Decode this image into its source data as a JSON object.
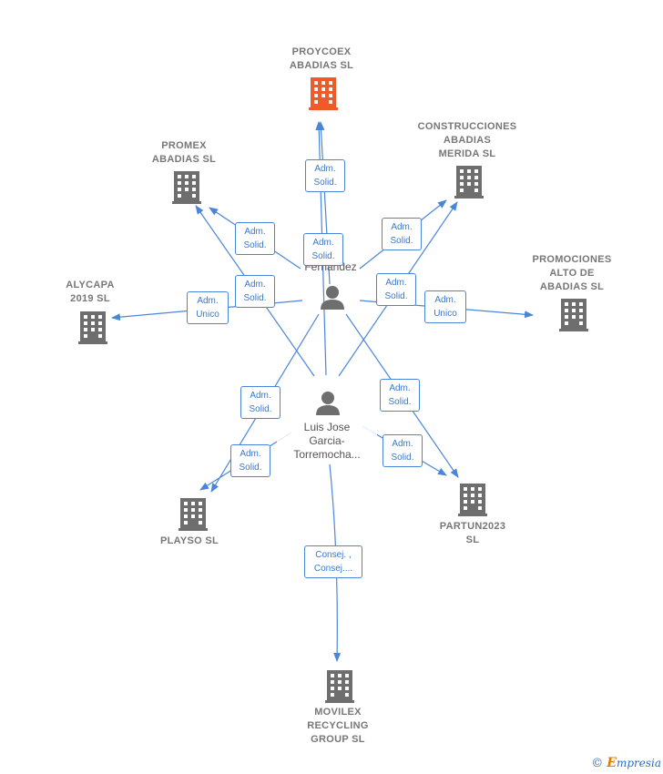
{
  "colors": {
    "edge": "#4a86d8",
    "building": "#6e6e6e",
    "building_highlight": "#f05a28",
    "text": "#777777"
  },
  "companies": {
    "proycoex": "PROYCOEX\nABADIAS SL",
    "construcciones": "CONSTRUCCIONES\nABADIAS\nMERIDA SL",
    "promex": "PROMEX\nABADIAS SL",
    "promociones": "PROMOCIONES\nALTO DE\nABADIAS SL",
    "alycapa": "ALYCAPA\n2019 SL",
    "playso": "PLAYSO SL",
    "partun": "PARTUN2023\nSL",
    "movilex": "MOVILEX\nRECYCLING\nGROUP SL"
  },
  "persons": {
    "p1_label": "...o\n...es\nFernandez",
    "p2_label": "Luis Jose\nGarcia-\nTorremocha..."
  },
  "relations": {
    "r_proycoex": "Adm.\nSolid.",
    "r_promex_1": "Adm.\nSolid.",
    "r_center_1": "Adm.\nSolid.",
    "r_constr": "Adm.\nSolid.",
    "r_promex_2": "Adm.\nSolid.",
    "r_alycapa": "Adm.\nUnico",
    "r_constr_2": "Adm.\nSolid.",
    "r_promoc": "Adm.\nUnico",
    "r_playso_1": "Adm.\nSolid.",
    "r_playso_2": "Adm.\nSolid.",
    "r_partun_1": "Adm.\nSolid.",
    "r_partun_2": "Adm.\nSolid.",
    "r_movilex": "Consej. ,\nConsej...."
  },
  "footer": {
    "copyright": "©",
    "brand_initial": "E",
    "brand_rest": "mpresia"
  }
}
